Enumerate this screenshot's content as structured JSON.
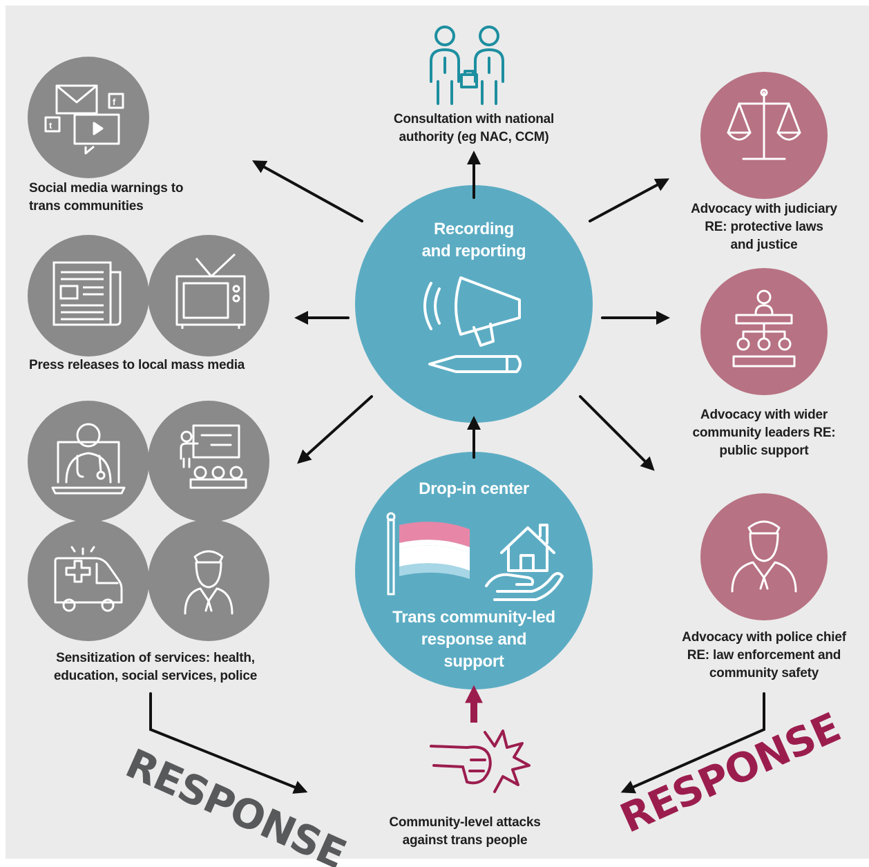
{
  "colors": {
    "background": "#ebebeb",
    "grey_circle": "#8a8a8a",
    "pink_circle": "#b77283",
    "teal_circle": "#5bacc3",
    "icon_teal": "#1d8fa0",
    "maroon": "#9b1d4e",
    "flag_pink": "#e886a8",
    "flag_blue": "#a7d6e6",
    "arrow": "#111111",
    "response_grey": "#58595b"
  },
  "top": {
    "label": "Consultation with national\nauthority (eg NAC, CCM)",
    "icon": "two-people-briefcase-icon"
  },
  "center": {
    "title": "Recording\nand reporting",
    "icons": [
      "megaphone-icon",
      "pencil-icon"
    ]
  },
  "left": {
    "social": {
      "label": "Social media warnings to\ntrans communities",
      "icon": "social-media-icon"
    },
    "press": {
      "label": "Press releases to local mass media",
      "icons": [
        "newspaper-icon",
        "television-icon"
      ]
    },
    "services": {
      "label": "Sensitization of services: health,\neducation, social services, police",
      "icons": [
        "doctor-icon",
        "classroom-icon",
        "ambulance-icon",
        "police-officer-icon"
      ]
    }
  },
  "right": {
    "judiciary": {
      "label": "Advocacy with judiciary\nRE: protective laws\nand justice",
      "icon": "scales-icon"
    },
    "leaders": {
      "label": "Advocacy with wider\ncommunity leaders RE:\npublic support",
      "icon": "community-hierarchy-icon"
    },
    "police": {
      "label": "Advocacy with police chief\nRE: law enforcement and\ncommunity safety",
      "icon": "police-officer-icon"
    }
  },
  "dropin": {
    "title": "Drop-in center",
    "subtitle": "Trans community-led\nresponse and\nsupport",
    "icons": [
      "trans-flag-icon",
      "house-in-hand-icon"
    ]
  },
  "bottom": {
    "label": "Community-level attacks\nagainst trans people",
    "icon": "fist-impact-icon"
  },
  "response": {
    "left": "RESPONSE",
    "right": "RESPONSE"
  }
}
